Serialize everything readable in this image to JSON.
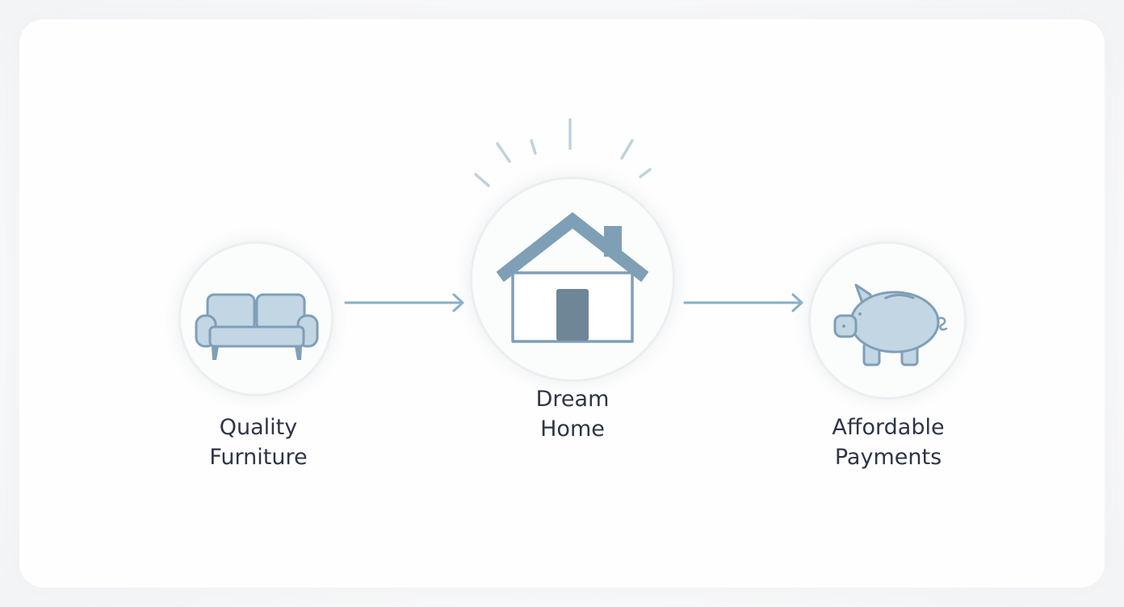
{
  "nodes": [
    {
      "id": "quality-furniture",
      "label_lines": [
        "Quality",
        "Furniture"
      ],
      "icon": "sofa-icon"
    },
    {
      "id": "dream-home",
      "label_lines": [
        "Dream",
        "Home"
      ],
      "icon": "house-icon"
    },
    {
      "id": "affordable-payments",
      "label_lines": [
        "Affordable",
        "Payments"
      ],
      "icon": "piggy-bank-icon"
    }
  ],
  "connections": [
    {
      "from": "quality-furniture",
      "to": "dream-home"
    },
    {
      "from": "dream-home",
      "to": "affordable-payments"
    }
  ],
  "colors": {
    "icon_stroke": "#7f9fb6",
    "icon_fill": "#c2d6e4",
    "door_fill": "#6f8697",
    "arrow": "#86afc6",
    "rays": "#bdd3dc",
    "text": "#2f3446",
    "circle_border": "#eceef0"
  }
}
